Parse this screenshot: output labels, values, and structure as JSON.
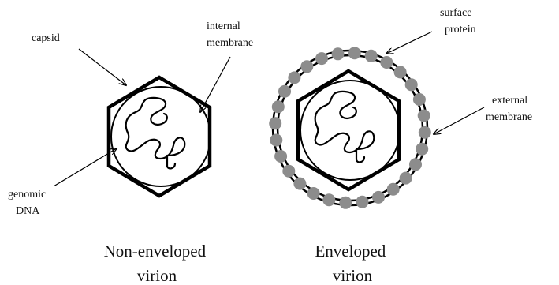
{
  "labels": {
    "capsid": "capsid",
    "internal_membrane": [
      "internal",
      "membrane"
    ],
    "genomic_dna": [
      "genomic",
      "DNA"
    ],
    "surface_protein": [
      "surface",
      "protein"
    ],
    "external_membrane": [
      "external",
      "membrane"
    ]
  },
  "captions": {
    "non_enveloped": [
      "Non-enveloped",
      "virion"
    ],
    "enveloped": [
      "Enveloped",
      "virion"
    ]
  },
  "colors": {
    "outline": "#000000",
    "surface_protein": "#8c8c8c",
    "text": "#111111"
  },
  "surface_protein_count": 28
}
